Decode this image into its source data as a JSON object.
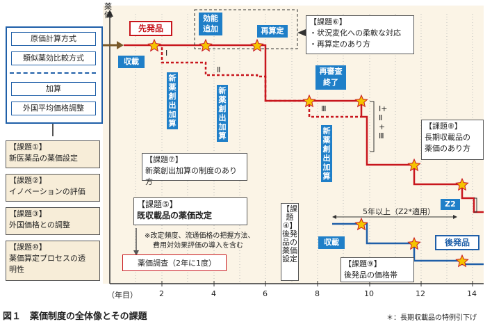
{
  "ylabel": "薬価",
  "left_box": {
    "items": [
      "原価計算方式",
      "類似薬効比較方式",
      "加算",
      "外国平均価格調整"
    ]
  },
  "issues": {
    "i1": {
      "tag": "【課題①】",
      "text": "新医薬品の薬価設定"
    },
    "i2": {
      "tag": "【課題②】",
      "text": "イノベーションの評価"
    },
    "i3": {
      "tag": "【課題③】",
      "text": "外国価格との調整"
    },
    "i10": {
      "tag": "【課題⑩】",
      "text": "薬価算定プロセスの透",
      "text2": "明性"
    },
    "i5": {
      "tag": "【課題⑤】",
      "text": "既収載品の薬価改定",
      "note1": "※改定頻度、流通価格の把握方法、",
      "note2": "費用対効果評価の導入を含む"
    },
    "i6": {
      "tag": "【課題⑥】",
      "line1": "・状況変化への柔軟な対応",
      "line2": "・再算定のあり方"
    },
    "i7": {
      "tag": "【課題⑦】",
      "text": "新薬創出加算の制度のあり方"
    },
    "i8": {
      "tag": "【課題⑧】",
      "line1": "長期収載品の",
      "line2": "薬価のあり方"
    },
    "i9": {
      "tag": "【課題⑨】",
      "text": "後発品の価格帯"
    },
    "i4": {
      "tag": "【課題④】",
      "text": "後発品の薬価設定"
    }
  },
  "labels": {
    "senpatsu": "先発品",
    "kouhatsu": "後発品",
    "shusai1": "収載",
    "shusai2": "収載",
    "kouka": "効能\n追加",
    "kouka1": "効能",
    "kouka2": "追加",
    "saisantei": "再算定",
    "shinsa1": "再審査",
    "shinsa2": "終了",
    "shinyaku": "新薬創出加算",
    "roman1": "Ⅰ",
    "roman2": "Ⅱ",
    "roman3": "Ⅲ",
    "roman_sum": "Ⅰ+Ⅱ+Ⅲ",
    "z2": "Z2",
    "five_years": "5年以上（Z2*適用）",
    "chousa": "薬価調査（2年に1度）"
  },
  "axis": {
    "year_label": "（年目）",
    "ticks": [
      "2",
      "4",
      "6",
      "8",
      "10",
      "12",
      "14"
    ]
  },
  "caption": {
    "title": "図１　薬価制度の全体像とその課題",
    "footnote": "＊：長期収載品の特例引下げ"
  },
  "colors": {
    "red": "#c8161d",
    "blue": "#1f7fc8",
    "star": "#f5c400",
    "bg": "#fbf4e6"
  }
}
